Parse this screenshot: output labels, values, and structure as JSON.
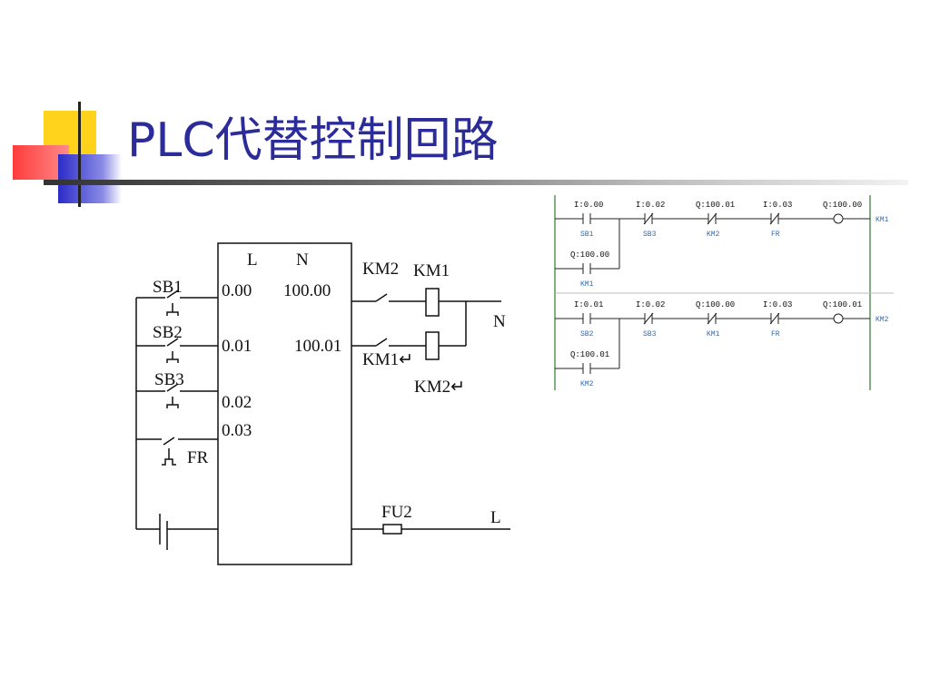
{
  "slide": {
    "title": "PLC代替控制回路"
  },
  "wiring": {
    "plc_header_left": "L",
    "plc_header_right": "N",
    "inputs": [
      {
        "switch": "SB1",
        "terminal": "0.00"
      },
      {
        "switch": "SB2",
        "terminal": "0.01"
      },
      {
        "switch": "SB3",
        "terminal": "0.02"
      },
      {
        "switch": "FR",
        "terminal": "0.03"
      }
    ],
    "outputs": [
      {
        "terminal": "100.00",
        "contact": "KM2",
        "coil": "KM1"
      },
      {
        "terminal": "100.01",
        "contact": "KM1↵",
        "coil": "KM2↵"
      }
    ],
    "neutral_label": "N",
    "fuse_label": "FU2",
    "line_label": "L"
  },
  "ladder": {
    "rungs": [
      {
        "addresses": [
          "I:0.00",
          "I:0.02",
          "Q:100.01",
          "I:0.03",
          "Q:100.00"
        ],
        "labels": [
          "SB1",
          "SB3",
          "KM2",
          "FR"
        ],
        "coil_label": "KM1",
        "branch_address": "Q:100.00",
        "branch_label": "KM1"
      },
      {
        "addresses": [
          "I:0.01",
          "I:0.02",
          "Q:100.00",
          "I:0.03",
          "Q:100.01"
        ],
        "labels": [
          "SB2",
          "SB3",
          "KM1",
          "FR"
        ],
        "coil_label": "KM2",
        "branch_address": "Q:100.01",
        "branch_label": "KM2"
      }
    ]
  }
}
